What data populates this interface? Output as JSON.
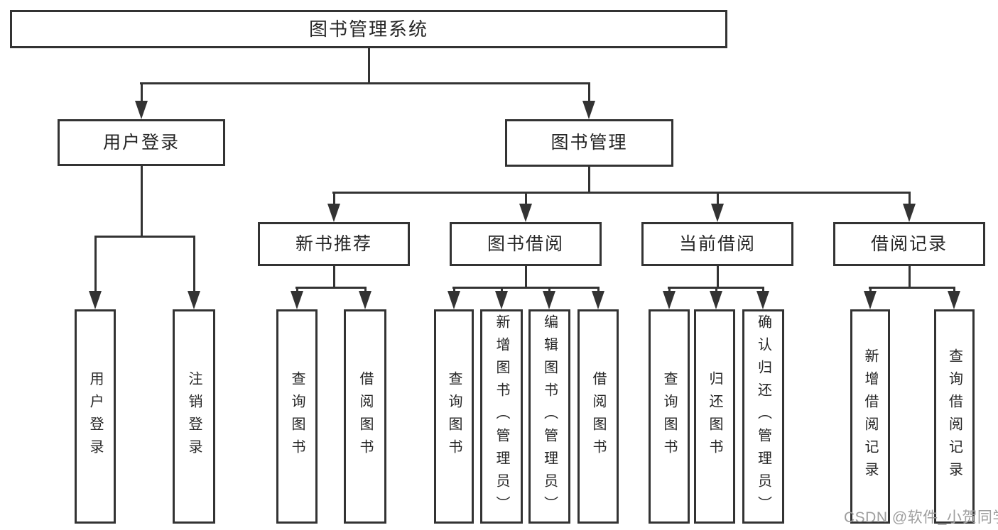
{
  "diagram": {
    "nodes": {
      "root": "图书管理系统",
      "user_login": "用户登录",
      "book_management": "图书管理",
      "new_book_recommendation": "新书推荐",
      "book_borrowing": "图书借阅",
      "current_borrowing": "当前借阅",
      "borrowing_records": "借阅记录",
      "ul_user_login": "用户登录",
      "ul_logout": "注销登录",
      "nb_query_books": "查询图书",
      "nb_borrow_books": "借阅图书",
      "bb_query_books": "查询图书",
      "bb_add_books": "新增图书（管理员）",
      "bb_edit_books": "编辑图书（管理员）",
      "bb_borrow_books": "借阅图书",
      "cb_query_books": "查询图书",
      "cb_return_books": "归还图书",
      "cb_confirm_return": "确认归还（管理员）",
      "br_add_record": "新增借阅记录",
      "br_query_record": "查询借阅记录"
    }
  },
  "watermark": "CSDN @软件_小贺同学",
  "colors": {
    "line": "#333333",
    "box_background": "#ffffff",
    "text": "#262626",
    "watermark": "#9e9e9e"
  }
}
